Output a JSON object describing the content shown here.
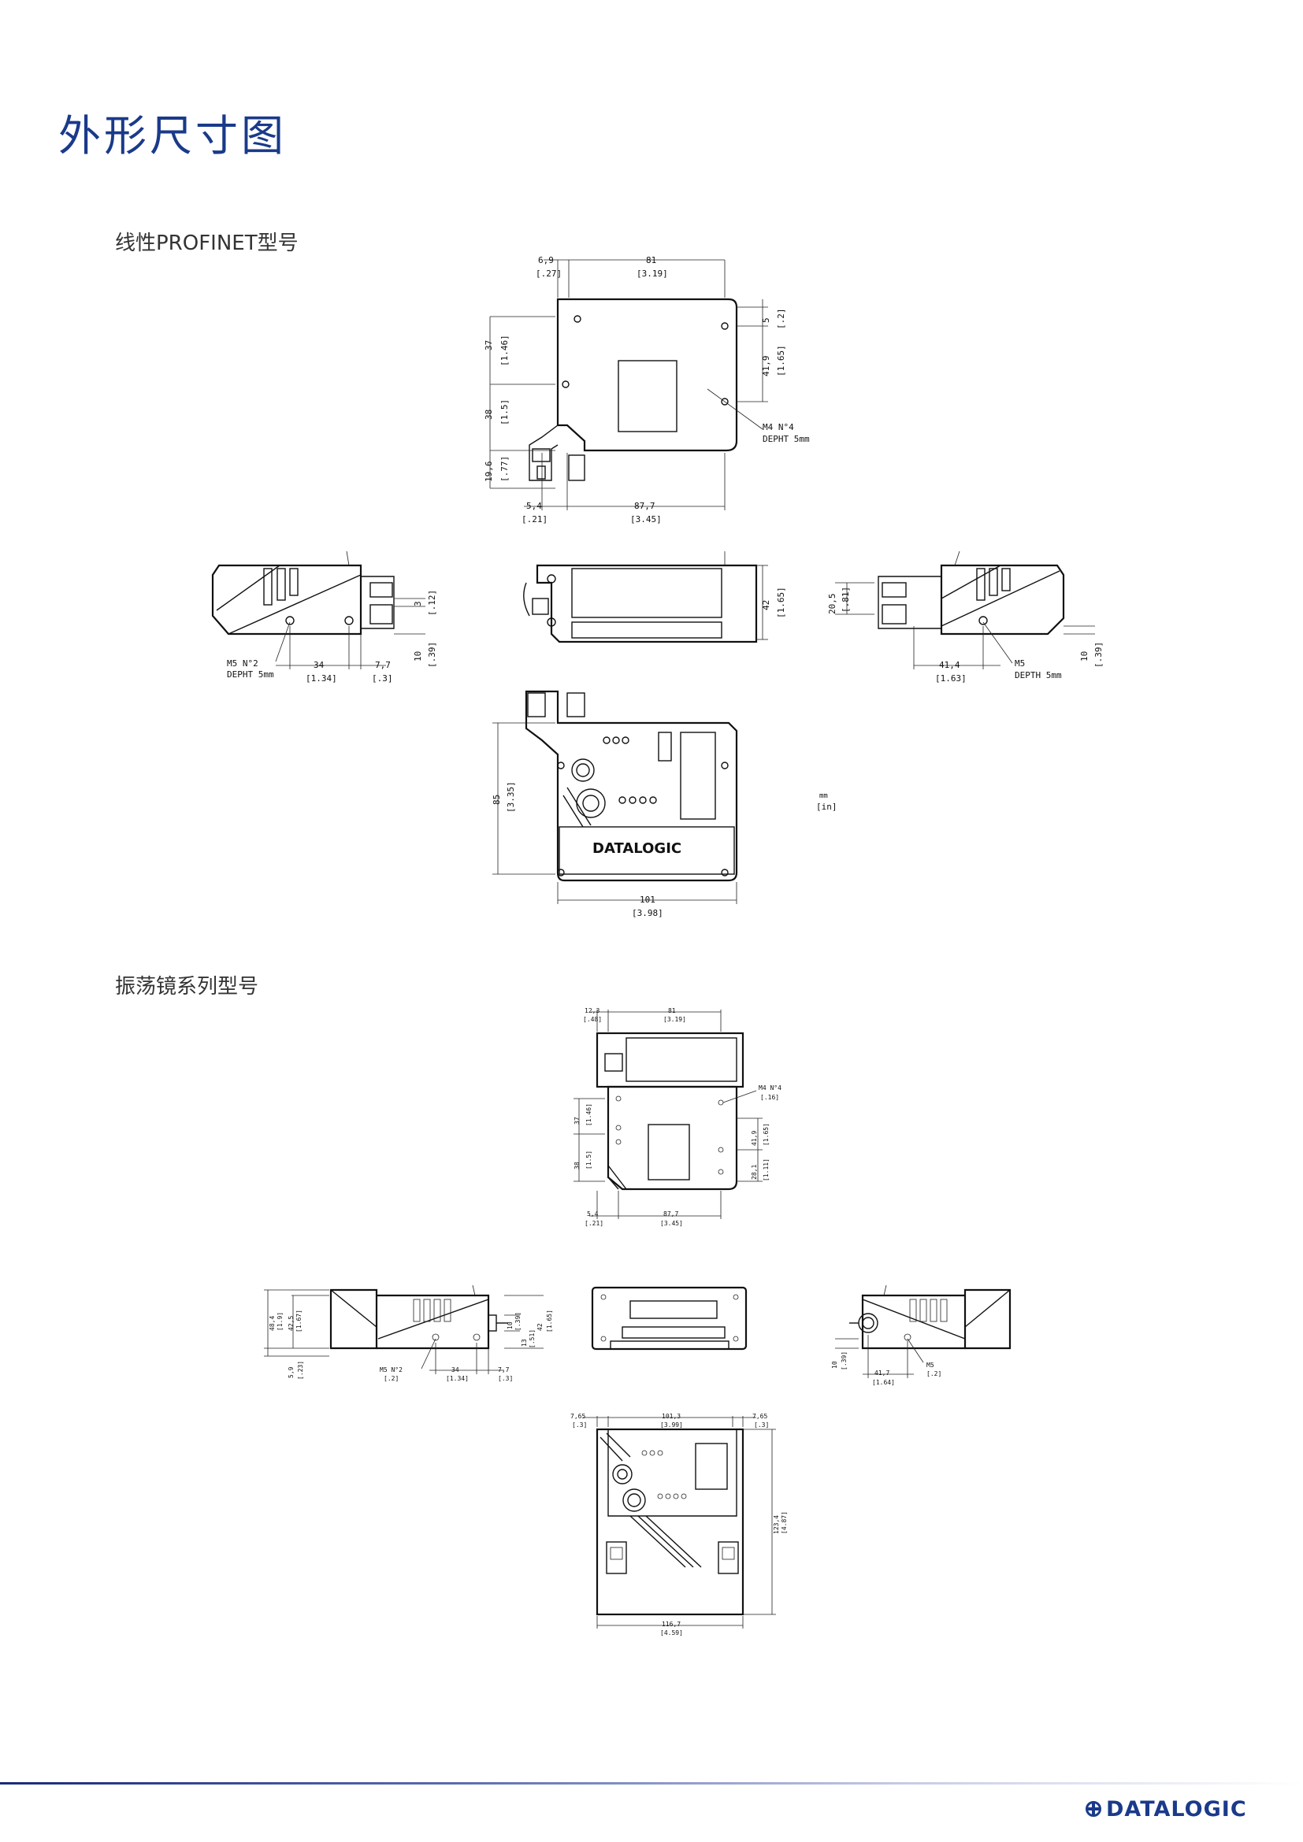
{
  "page": {
    "title": "外形尺寸图",
    "section1_title": "线性PROFINET型号",
    "section2_title": "振荡镜系列型号",
    "brand": "DATALOGIC"
  },
  "drawing1": {
    "top": {
      "d1": "6,9",
      "d1i": "[.27]",
      "d2": "81",
      "d2i": "[3.19]",
      "d3": "37",
      "d3i": "[1.46]",
      "d4": "38",
      "d4i": "[1.5]",
      "d5": "19,6",
      "d5i": "[.77]",
      "d6": "5",
      "d6i": "[.2]",
      "d7": "41,9",
      "d7i": "[1.65]",
      "note1": "M4 N°4",
      "note2": "DEPHT 5mm",
      "d8": "5,4",
      "d8i": "[.21]",
      "d9": "87,7",
      "d9i": "[3.45]"
    },
    "left": {
      "note1": "M5 N°2",
      "note2": "DEPHT 5mm",
      "d1": "34",
      "d1i": "[1.34]",
      "d2": "7,7",
      "d2i": "[.3]",
      "d3": "3",
      "d3i": "[.12]",
      "d4": "10",
      "d4i": "[.39]"
    },
    "front": {
      "d1": "42",
      "d1i": "[1.65]"
    },
    "right": {
      "d1": "20,5",
      "d1i": "[.81]",
      "d2": "41,4",
      "d2i": "[1.63]",
      "note1": "M5",
      "note2": "DEPTH 5mm",
      "d3": "10",
      "d3i": "[.39]"
    },
    "bottom": {
      "d1": "85",
      "d1i": "[3.35]",
      "d2": "101",
      "d2i": "[3.98]",
      "unit": "mm",
      "unit_in": "[in]",
      "logo": "DATALOGIC"
    }
  },
  "drawing2": {
    "top": {
      "d1": "12,3",
      "d1i": "[.48]",
      "d2": "81",
      "d2i": "[3.19]",
      "note1": "M4 N°4",
      "note2": "[.16]",
      "d3": "37",
      "d3i": "[1.46]",
      "d4": "38",
      "d4i": "[1.5]",
      "d5": "41,9",
      "d5i": "[1.65]",
      "d6": "28,1",
      "d6i": "[1.11]",
      "d7": "5,4",
      "d7i": "[.21]",
      "d8": "87,7",
      "d8i": "[3.45]"
    },
    "left": {
      "d1": "48,4",
      "d1i": "[1.9]",
      "d2": "42,5",
      "d2i": "[1.67]",
      "d3": "5,9",
      "d3i": "[.23]",
      "note1": "M5 N°2",
      "note2": "[.2]",
      "d4": "34",
      "d4i": "[1.34]",
      "d5": "7,7",
      "d5i": "[.3]",
      "d6": "10",
      "d6i": "[.39]",
      "d7": "13",
      "d7i": "[.51]",
      "d8": "42",
      "d8i": "[1.65]"
    },
    "right": {
      "d1": "10",
      "d1i": "[.39]",
      "d2": "41,7",
      "d2i": "[1.64]",
      "note1": "M5",
      "note2": "[.2]"
    },
    "bottom": {
      "d1": "7,65",
      "d1i": "[.3]",
      "d2": "101,3",
      "d2i": "[3.99]",
      "d3": "7,65",
      "d3i": "[.3]",
      "d4": "123,4",
      "d4i": "[4.87]",
      "d5": "116,7",
      "d5i": "[4.59]"
    }
  }
}
